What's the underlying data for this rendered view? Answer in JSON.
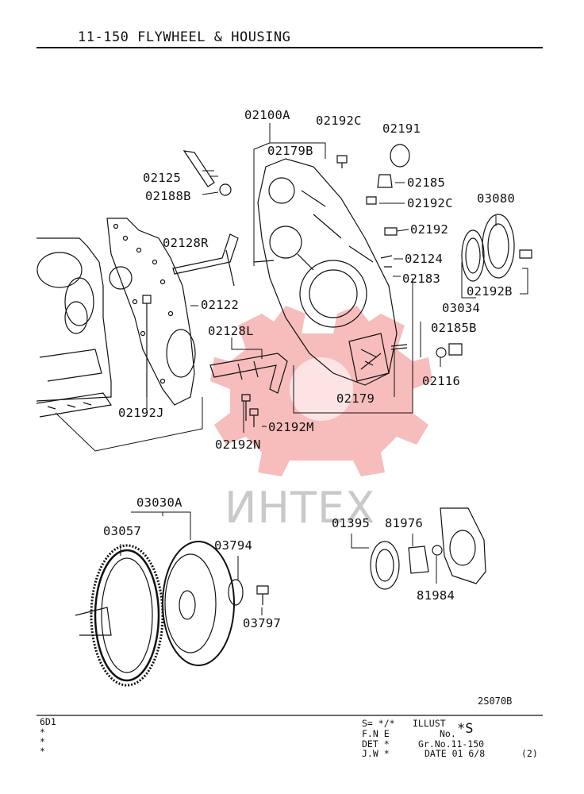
{
  "header": {
    "title": "11-150  FLYWHEEL & HOUSING"
  },
  "watermark": {
    "text": "ИНТЕХ",
    "color": "#f29a9a"
  },
  "parts": {
    "p02100A": "02100A",
    "p02192C_a": "02192C",
    "p02191": "02191",
    "p02179B": "02179B",
    "p02125": "02125",
    "p02188B": "02188B",
    "p02185": "02185",
    "p02192C_b": "02192C",
    "p03080": "03080",
    "p02192": "02192",
    "p02128R": "02128R",
    "p02124": "02124",
    "p02183": "02183",
    "p02192B": "02192B",
    "p02122": "02122",
    "p03034": "03034",
    "p02128L": "02128L",
    "p02185B": "02185B",
    "p02116": "02116",
    "p02179": "02179",
    "p02192J": "02192J",
    "p02192M": "02192M",
    "p02192N": "02192N",
    "p03030A": "03030A",
    "p03057": "03057",
    "p03794": "03794",
    "p03797": "03797",
    "p01395": "01395",
    "p81976": "81976",
    "p81984": "81984"
  },
  "illust_code": "2S070B",
  "footer": {
    "model": "6D1",
    "stars": [
      "*",
      "*",
      "*"
    ],
    "s_label": "S= */*",
    "fne": "F.N E",
    "det": "DET *",
    "jw": "J.W *",
    "illust_label": "ILLUST",
    "no_label": "No.",
    "illust_no": "*S",
    "gr_no": "Gr.No.11-150",
    "date": "DATE 01 6/8",
    "page": "(2)"
  }
}
